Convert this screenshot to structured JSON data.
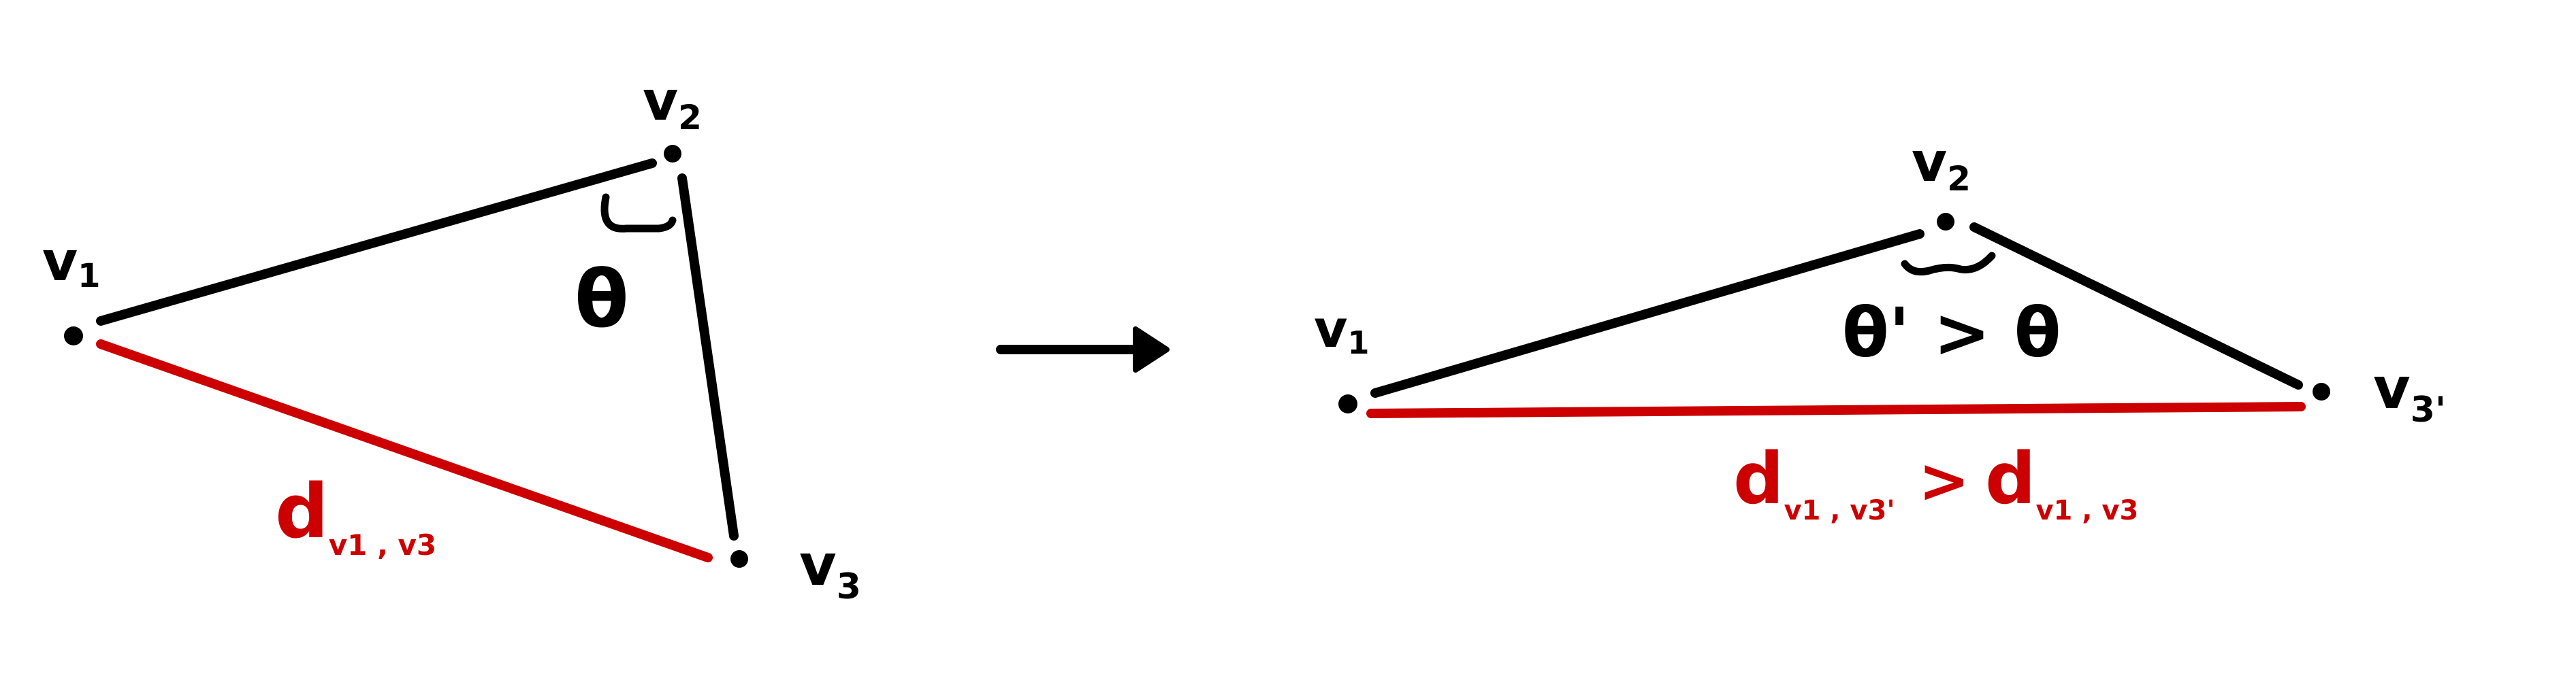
{
  "left_diagram": {
    "v1_label": "v",
    "v1_sub": "1",
    "v2_label": "v",
    "v2_sub": "2",
    "v3_label": "v",
    "v3_sub": "3",
    "angle_label": "θ",
    "distance_label": "d",
    "distance_sub": "v1 , v3"
  },
  "right_diagram": {
    "v1_label": "v",
    "v1_sub": "1",
    "v2_label": "v",
    "v2_sub": "2",
    "v3_label": "v",
    "v3_sub": "3'",
    "angle_relation": "θ' > θ",
    "distance_new_label": "d",
    "distance_new_sub": "v1 , v3'",
    "distance_relation": ">",
    "distance_old_label": "d",
    "distance_old_sub": "v1 , v3"
  },
  "colors": {
    "edge": "#000000",
    "highlight": "#cc0000"
  }
}
